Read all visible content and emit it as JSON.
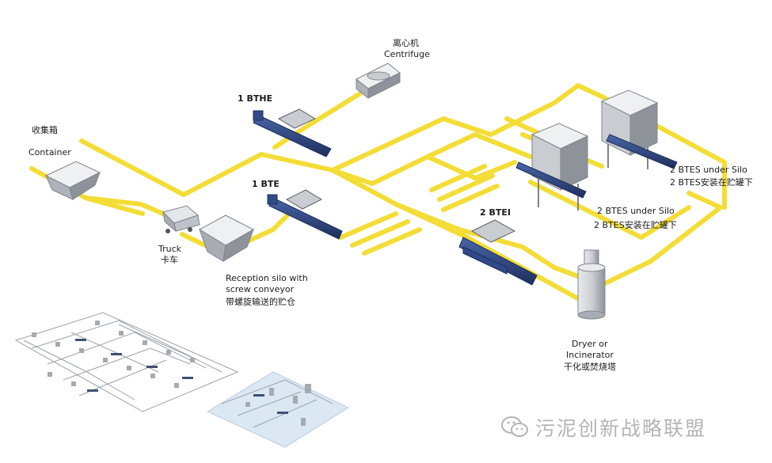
{
  "labels": {
    "container_cn": "收集箱",
    "container_en": "Container",
    "truck_en": "Truck",
    "truck_cn": "卡车",
    "reception_en_1": "Reception silo with",
    "reception_en_2": "screw conveyor",
    "reception_cn": "带螺旋输送的贮仓",
    "bthe": "1 BTHE",
    "bte": "1 BTE",
    "centrifuge_cn": "离心机",
    "centrifuge_en": "Centrifuge",
    "btei": "2 BTEI",
    "btes_upper_en": "2 BTES under Silo",
    "btes_upper_cn": "2 BTES安装在贮罐下",
    "btes_lower_en": "2 BTES under Silo",
    "btes_lower_cn": "2 BTES安装在贮罐下",
    "dryer_1": "Dryer or",
    "dryer_2": "Incinerator",
    "dryer_cn": "干化或焚烧塔"
  },
  "watermark": {
    "text": "污泥创新战略联盟",
    "icon": "wechat-icon"
  },
  "colors": {
    "pipe": "#f3dd36",
    "pump_body": "#2f4a86",
    "pump_dark": "#1d2f5c",
    "equipment": "#d5d8dc",
    "equipment_dark": "#9ea3aa",
    "inset_panel": "#dbe8f3"
  }
}
